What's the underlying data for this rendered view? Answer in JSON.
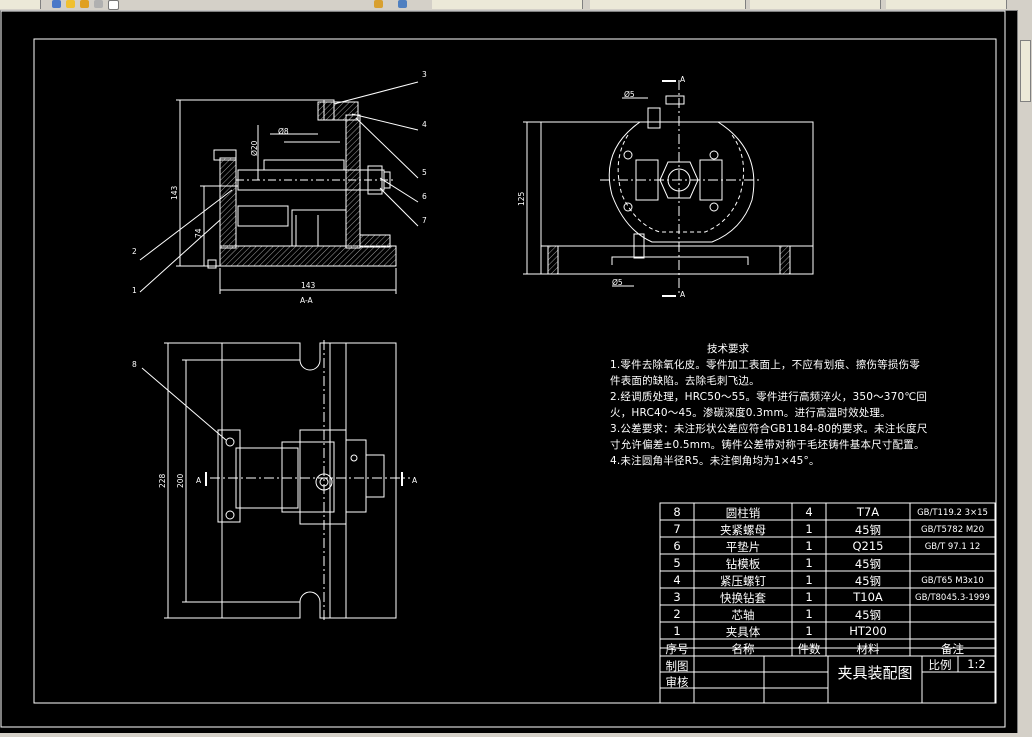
{
  "window": {
    "scroll_icon": "scroll-thumb",
    "toolbar_icons": [
      "layer-icon",
      "bulb-icon",
      "sun-icon",
      "lock-icon",
      "color-icon",
      "match-icon",
      "layer-prop-icon"
    ],
    "colors": {
      "background": "#000000",
      "lines": "#ffffff",
      "hatch": "#a0a0a0"
    }
  },
  "drawing": {
    "section_label": "A-A",
    "dims": {
      "front_height": "143",
      "front_width": "143",
      "front_mid": "74",
      "front_phi20": "Ø20",
      "front_phi8": "Ø8",
      "side_height": "125",
      "side_phi5_top": "Ø5",
      "side_phi5_bottom": "Ø5",
      "side_a_top": "A",
      "side_a_bottom": "A",
      "plan_outer": "228",
      "plan_inner": "200",
      "plan_a_left": "A",
      "plan_a_right": "A"
    },
    "balloons": [
      "1",
      "2",
      "3",
      "4",
      "5",
      "6",
      "7",
      "8"
    ]
  },
  "notes": {
    "title": "技术要求",
    "lines": [
      "1.零件去除氧化皮。零件加工表面上，不应有划痕、擦伤等损伤零",
      "件表面的缺陷。去除毛刺飞边。",
      "2.经调质处理，HRC50～55。零件进行高频淬火，350～370℃回",
      "火，HRC40～45。渗碳深度0.3mm。进行高温时效处理。",
      "3.公差要求：未注形状公差应符合GB1184-80的要求。未注长度尺",
      "寸允许偏差±0.5mm。铸件公差带对称于毛坯铸件基本尺寸配置。",
      "4.未注圆角半径R5。未注倒角均为1×45°。"
    ]
  },
  "bom": {
    "rows": [
      {
        "no": "8",
        "name": "圆柱销",
        "qty": "4",
        "material": "T7A",
        "remark": "GB/T119.2 3×15"
      },
      {
        "no": "7",
        "name": "夹紧螺母",
        "qty": "1",
        "material": "45钢",
        "remark": "GB/T5782 M20"
      },
      {
        "no": "6",
        "name": "平垫片",
        "qty": "1",
        "material": "Q215",
        "remark": "GB/T 97.1  12"
      },
      {
        "no": "5",
        "name": "钻模板",
        "qty": "1",
        "material": "45钢",
        "remark": ""
      },
      {
        "no": "4",
        "name": "紧压螺钉",
        "qty": "1",
        "material": "45钢",
        "remark": "GB/T65 M3x10"
      },
      {
        "no": "3",
        "name": "快换钻套",
        "qty": "1",
        "material": "T10A",
        "remark": "GB/T8045.3-1999"
      },
      {
        "no": "2",
        "name": "芯轴",
        "qty": "1",
        "material": "45钢",
        "remark": ""
      },
      {
        "no": "1",
        "name": "夹具体",
        "qty": "1",
        "material": "HT200",
        "remark": ""
      }
    ],
    "header": {
      "no": "序号",
      "name": "名称",
      "qty": "件数",
      "material": "材料",
      "remark": "备注"
    }
  },
  "titleblock": {
    "drawn": "制图",
    "checked": "审核",
    "title": "夹具装配图",
    "scale_label": "比例",
    "scale_value": "1:2"
  }
}
